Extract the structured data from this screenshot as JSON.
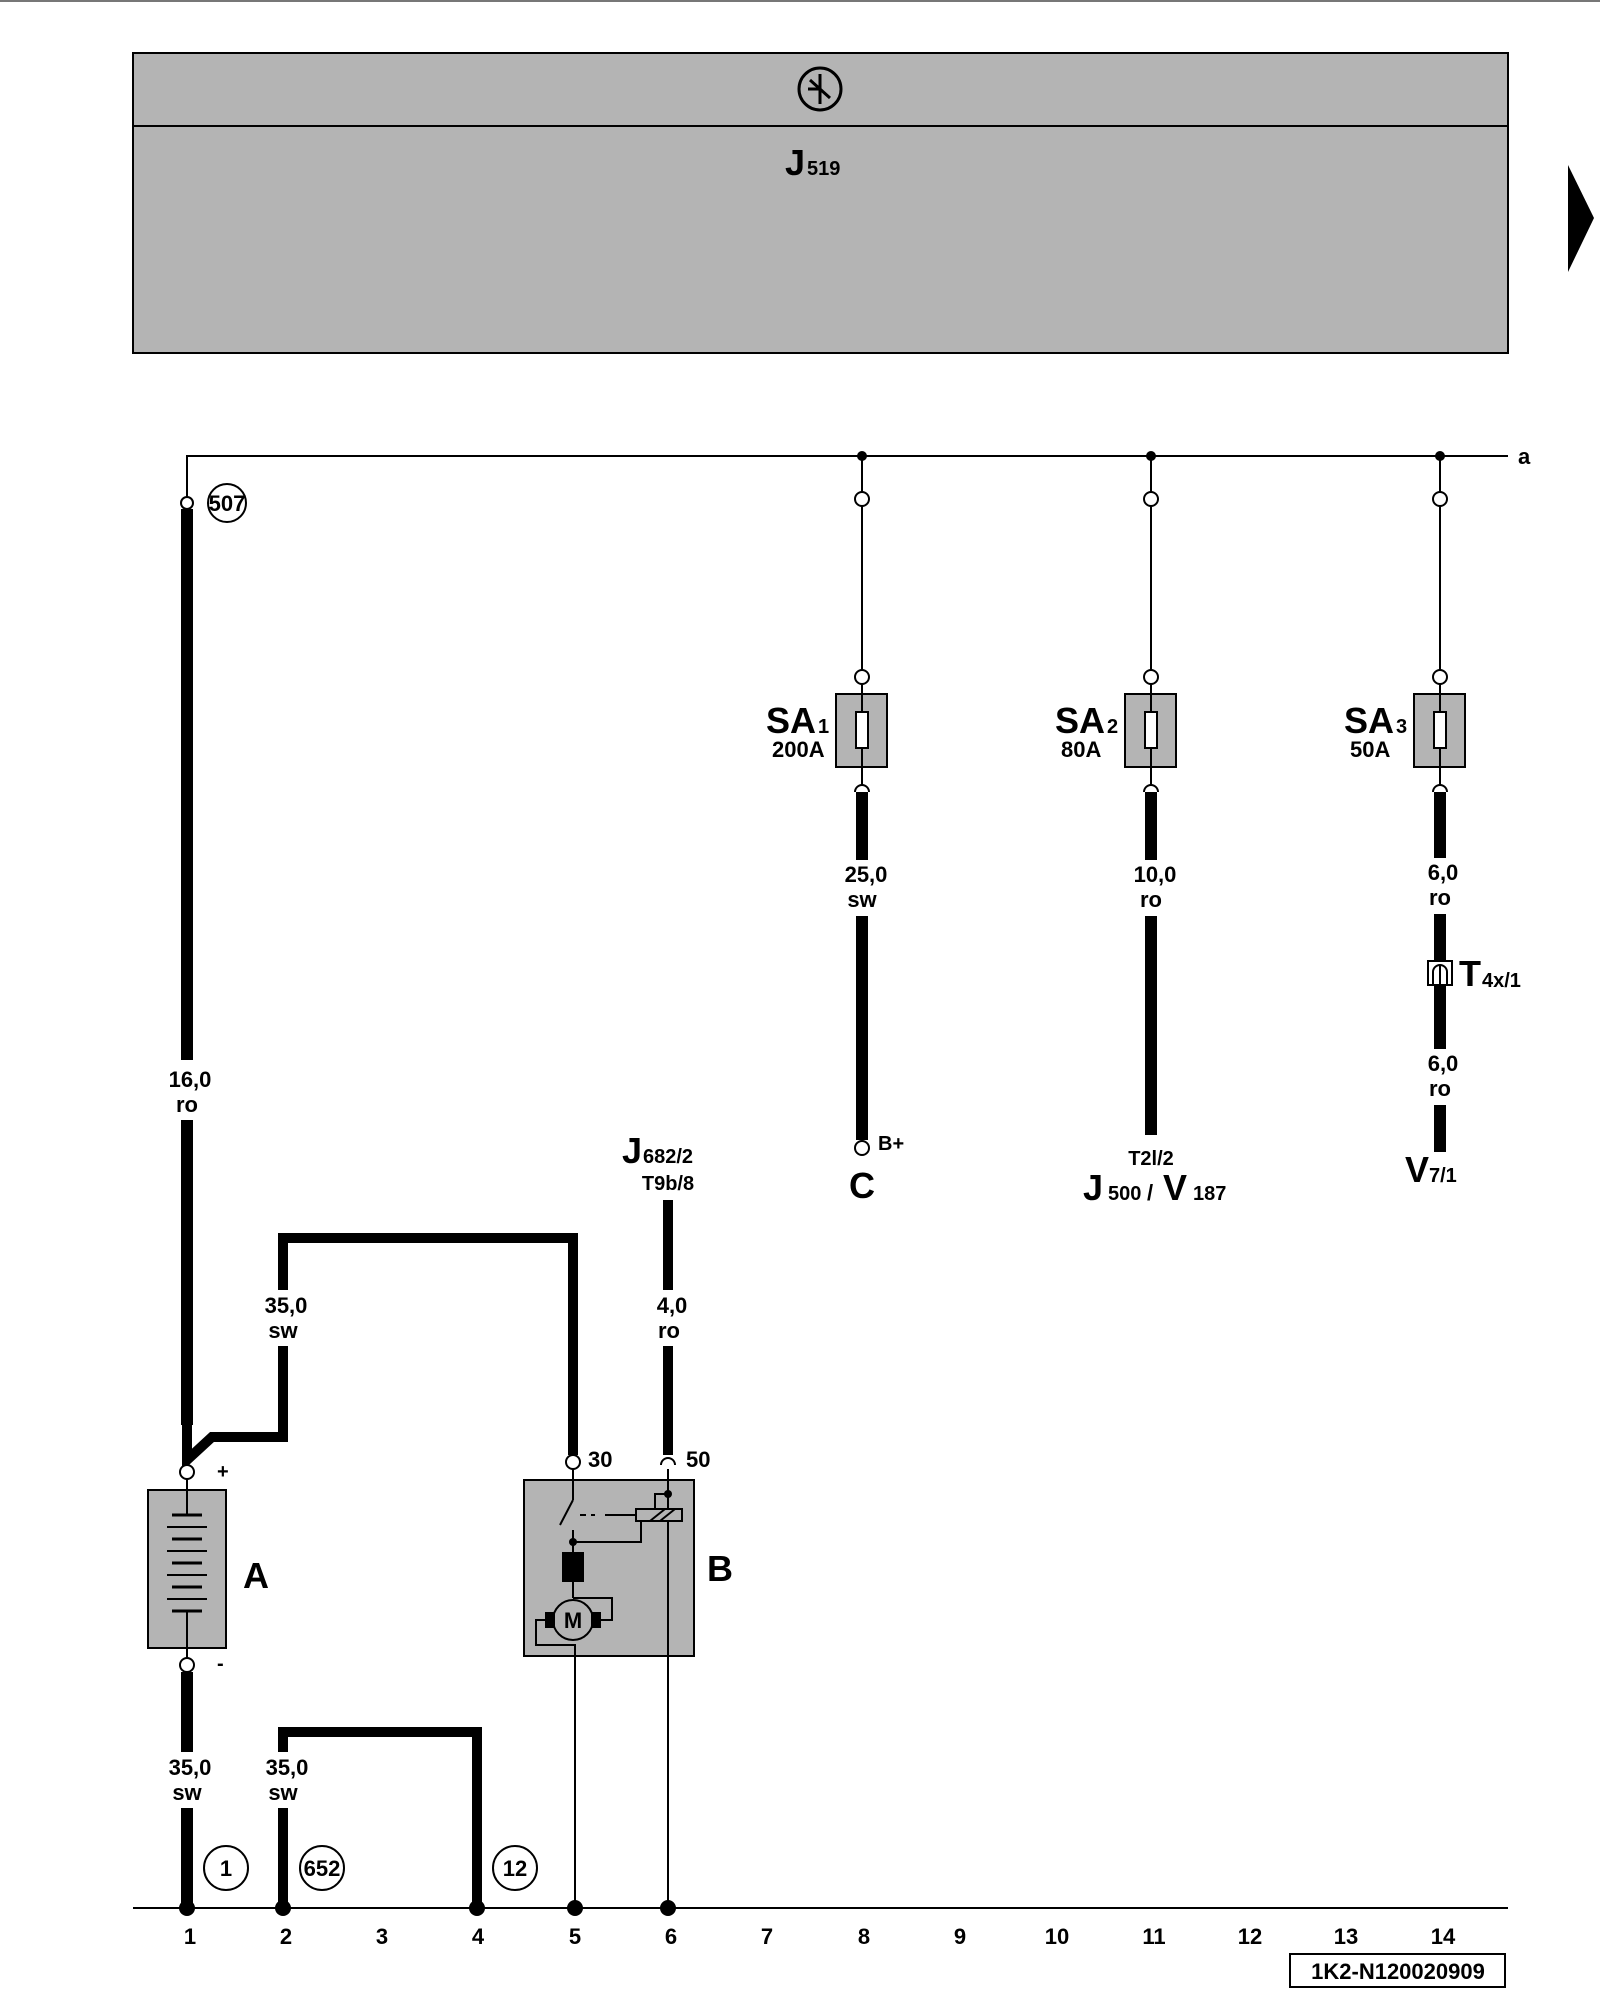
{
  "colors": {
    "header_fill": "#b4b4b4",
    "component_fill": "#b4b4b4",
    "wire": "#000000",
    "page_bg": "#ffffff"
  },
  "header": {
    "component_main": "J",
    "component_sub": "519",
    "icon": "ground-symbol-icon",
    "next_page_icon": "triangle-right-icon"
  },
  "bus_label": "a",
  "connectors": {
    "c507": "507",
    "c1": "1",
    "c652": "652",
    "c12": "12"
  },
  "fuses": [
    {
      "name_main": "SA",
      "name_sub": "1",
      "rating": "200A",
      "wire_size": "25,0",
      "wire_color": "sw",
      "end_terminal": "B+",
      "destination": "C"
    },
    {
      "name_main": "SA",
      "name_sub": "2",
      "rating": "80A",
      "wire_size": "10,0",
      "wire_color": "ro",
      "end_terminal": "T2l/2",
      "destination_main1": "J",
      "destination_sub1": "500",
      "destination_sep": "/",
      "destination_main2": "V",
      "destination_sub2": "187"
    },
    {
      "name_main": "SA",
      "name_sub": "3",
      "rating": "50A",
      "wire_size": "6,0",
      "wire_color": "ro",
      "connector_main": "T",
      "connector_sub": "4x/1",
      "wire2_size": "6,0",
      "wire2_color": "ro",
      "destination_main": "V",
      "destination_sub": "7/1"
    }
  ],
  "wires": {
    "battery_main": {
      "size": "16,0",
      "color": "ro"
    },
    "starter_30": {
      "size": "35,0",
      "color": "sw"
    },
    "starter_50": {
      "size": "4,0",
      "color": "ro"
    },
    "battery_ground": {
      "size": "35,0",
      "color": "sw"
    },
    "ground_2": {
      "size": "35,0",
      "color": "sw"
    }
  },
  "starter_signal": {
    "source_main": "J",
    "source_sub": "682/2",
    "connector": "T9b/8"
  },
  "components": {
    "battery": {
      "label": "A",
      "plus": "+",
      "minus": "-"
    },
    "starter": {
      "label": "B",
      "terminal_30": "30",
      "terminal_50": "50",
      "motor": "M"
    }
  },
  "footer": {
    "columns": [
      "1",
      "2",
      "3",
      "4",
      "5",
      "6",
      "7",
      "8",
      "9",
      "10",
      "11",
      "12",
      "13",
      "14"
    ],
    "reference_code": "1K2-N120020909"
  }
}
